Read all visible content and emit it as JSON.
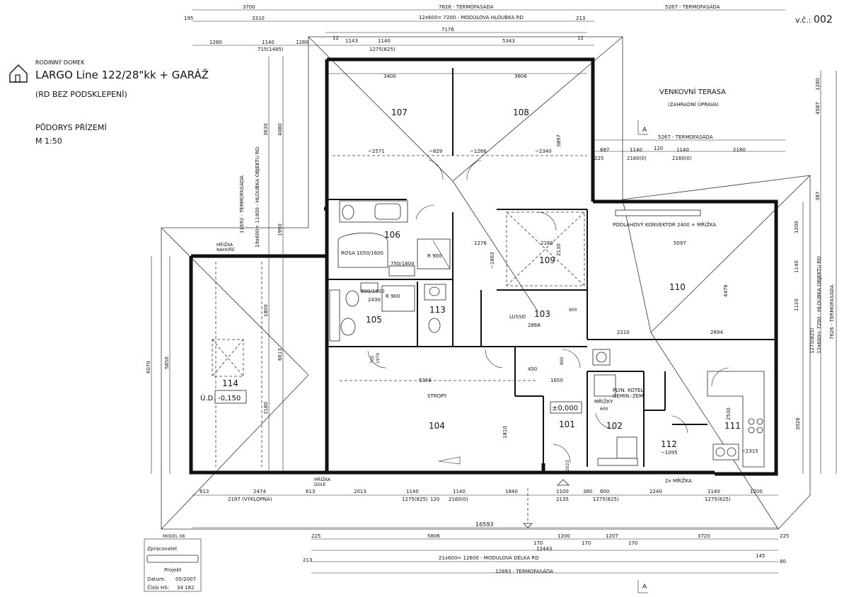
{
  "title_block": {
    "house_type": "RODINNÝ DOMEK",
    "project_name": "LARGO Line 122/28\"kk + GARÁŽ",
    "note": "(RD BEZ PODSKLEPENÍ)",
    "drawing_name": "PŮDORYS PŘÍZEMÍ",
    "scale": "M 1:50",
    "sheet_label": "v.č.:",
    "sheet_number": "002"
  },
  "stamp": {
    "model": "MODEL 08",
    "prepared_by_label": "Zpracovatel",
    "project_label": "Projekt",
    "date_label": "Datum:",
    "date_value": "05/2007",
    "number_label": "Číslo HS:",
    "number_value": "34 182"
  },
  "section_marks": {
    "a_top": "A",
    "a_bottom": "A"
  },
  "rooms": [
    {
      "id": "107",
      "label": "107"
    },
    {
      "id": "108",
      "label": "108"
    },
    {
      "id": "106",
      "label": "106"
    },
    {
      "id": "109",
      "label": "109"
    },
    {
      "id": "110",
      "label": "110"
    },
    {
      "id": "105",
      "label": "105"
    },
    {
      "id": "113",
      "label": "113"
    },
    {
      "id": "103",
      "label": "103"
    },
    {
      "id": "104",
      "label": "104"
    },
    {
      "id": "101",
      "label": "101"
    },
    {
      "id": "102",
      "label": "102"
    },
    {
      "id": "111",
      "label": "111"
    },
    {
      "id": "112",
      "label": "112"
    },
    {
      "id": "114",
      "label": "114"
    }
  ],
  "annotations": {
    "terrace": "VENKOVNÍ TERASA",
    "terrace_sub": "(ZAHRADNÍ ÚPRAVA)",
    "convector": "PODLAHOVÝ KONVEKTOR 2400 + MŘÍŽKA",
    "rosa": "ROSA 1050/1600",
    "tray_750": "750/1800",
    "r900_a": "R 900",
    "r900_b": "R 900",
    "tray_800": "800/1800",
    "lusso": "LUSSO",
    "stropy": "STROPY",
    "level_zero": "±0,000",
    "level_garage_prefix": "Ú.D.",
    "level_garage": "-0,150",
    "boiler": "PLYN. KOTEL",
    "boiler_sub": "GEMIN.-ZEM.",
    "grilles_102": "MŘÍŽKY",
    "grille_top": "MŘÍŽKA",
    "grille_top2": "NAHOŘE",
    "grille_bottom": "MŘÍŽKA",
    "grille_bottom2": "DOLE",
    "grille_2x": "2x MŘÍŽKA",
    "thermo": "TERMOFASÁDA",
    "tilt": "(VÝKLOPNÁ)",
    "mod_depth_rd": "12x600= 7200 - MODULOVÁ HLOUBKA RD",
    "mod_length_rd": "21x600= 12600 - MODULOVÁ DÉLKA RD",
    "left_vertical": "11692 - TERMOFASÁDA",
    "left_vertical2": "19x600= 11400 - HLOUBKA OBJEKTU RD",
    "right_vertical": "12x600= 7200 - HLOUBKA OBJEKTU RD",
    "right_vertical2": "7626 - TERMOFASÁDA",
    "tilt_garage": "2197 (VÝKLOPNÁ)"
  },
  "dimensions_top": {
    "d3700": "3700",
    "d7626": "7626 - TERMOFASÁDA",
    "d5267": "5267 - TERMOFASÁDA",
    "d195": "195",
    "d3310": "3310",
    "d213": "213",
    "d7176": "7176",
    "d12a": "12",
    "d1143": "1143",
    "d1140": "1140",
    "d5343": "5343",
    "d12b": "12",
    "d1280a": "1280",
    "d1140b": "1140",
    "d1280b": "1280",
    "d715": "715(1485)",
    "d1275": "1275(825)",
    "d3400": "3400",
    "d3606": "3606",
    "d5267b": "5267 - TERMOFASÁDA",
    "d687": "687",
    "d1140c": "1140",
    "d120": "120",
    "d1140d": "1140",
    "d2180": "2180",
    "d225": "225",
    "d2160a": "2160(0)",
    "d2160b": "2160(0)"
  },
  "dimensions_bottom": {
    "b613a": "613",
    "b2474": "2474",
    "b613b": "613",
    "b2013": "2013",
    "b1140a": "1140",
    "b1140b": "1140",
    "b1840": "1840",
    "b1100": "1100",
    "b360": "360",
    "b600": "600",
    "b2240": "2240",
    "b1140c": "1140",
    "b1200": "1200",
    "b2197": "2197 (VÝKLOPNÁ)",
    "b1275a": "1275(825)",
    "b120a": "120",
    "b2160": "2160(0)",
    "b2135": "2135",
    "b1275b": "1275(825)",
    "b1275c": "1275(825)",
    "b16593": "16593",
    "b225a": "225",
    "b5806": "5806",
    "b1207": "1207",
    "b3720": "3720",
    "b225b": "225",
    "b170a": "170",
    "b170b": "170",
    "b170c": "170",
    "b12443": "12443",
    "b213": "213",
    "b145": "145",
    "b80": "80",
    "b12893": "12893 - TERMOFASÁDA"
  },
  "interior_dims": {
    "i2571": "~2571",
    "i829": "~829",
    "i1266": "~1266",
    "i2340": "~2340",
    "i3897": "3897",
    "i1276": "1276",
    "i2160": "2160",
    "i5097": "5097",
    "i2130": "2130",
    "i1663": "~1663",
    "i2430": "2430",
    "i2868": "2868",
    "i4476": "4476",
    "i2210": "2210",
    "i2694": "2694",
    "i5356": "5356",
    "i1810": "1810",
    "i450": "450",
    "i1650": "1650",
    "i3026": "3026",
    "i2530": "2530",
    "i1095": "~1095",
    "i2315": "~2315",
    "i6070": "6070",
    "i5850": "5850",
    "i3180": "3180",
    "i1800": "1800",
    "i6613": "6613",
    "i1990": "1990",
    "i3630": "3630",
    "i4080": "4080",
    "i700": "700",
    "i1970": "1970",
    "i900": "900",
    "i800": "800",
    "i600": "600",
    "i2023": "2023",
    "i1200": "1200",
    "i1140": "1140",
    "i1120": "1120",
    "i1280": "1280",
    "i387": "387",
    "i4587": "4587",
    "i1275": "1275(825)"
  }
}
